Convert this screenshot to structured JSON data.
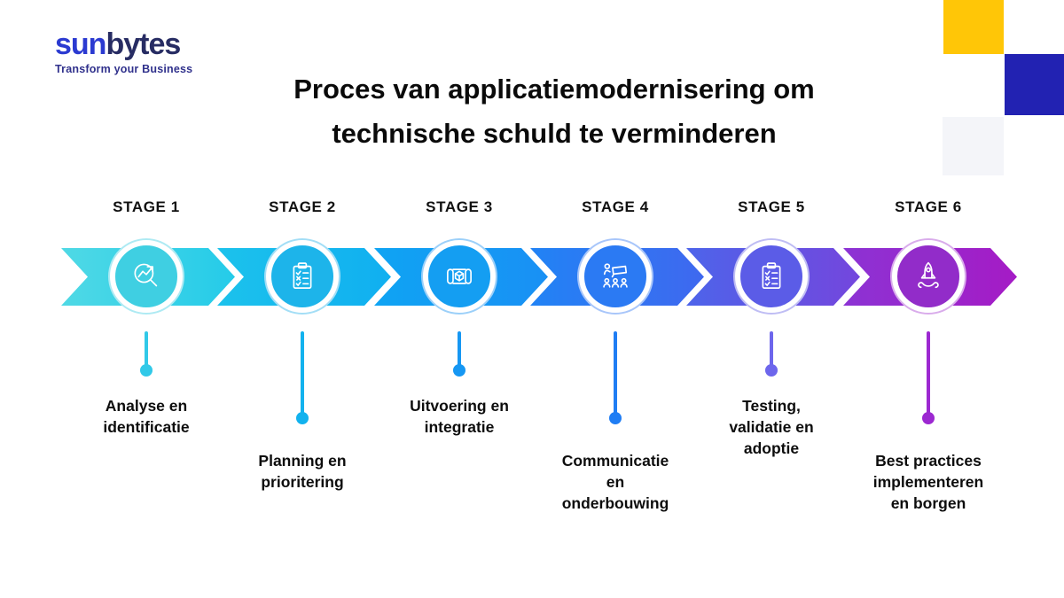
{
  "logo": {
    "brand_primary": "sun",
    "brand_secondary": "bytes",
    "tagline": "Transform your Business",
    "colors": {
      "primary": "#2b3ad1",
      "secondary": "#272c63",
      "tagline": "#30318c"
    }
  },
  "title": {
    "line1": "Proces van applicatiemodernisering om",
    "line2": "technische schuld te verminderen"
  },
  "decor": {
    "squares": [
      {
        "name": "yellow-square",
        "color": "#ffc607"
      },
      {
        "name": "blue-square",
        "color": "#2222b2"
      },
      {
        "name": "light-square",
        "color": "#f4f5f9"
      }
    ]
  },
  "stages": [
    {
      "label": "STAGE 1",
      "name": "Analyse en\nidentificatie",
      "icon": "magnifier-trend-chart-icon",
      "colors": {
        "arrow_from": "#4fd9e5",
        "arrow_to": "#25cbe9",
        "circle_fill": "#3fcfe2",
        "ring": "#aeeaf3",
        "line": "#31c9e8"
      }
    },
    {
      "label": "STAGE 2",
      "name": "Planning en\nprioritering",
      "icon": "clipboard-checklist-icon",
      "colors": {
        "arrow_from": "#1cc2ec",
        "arrow_to": "#10aff0",
        "circle_fill": "#1db4ea",
        "ring": "#a3def6",
        "line": "#12b2ee"
      }
    },
    {
      "label": "STAGE 3",
      "name": "Uitvoering en\nintegratie",
      "icon": "blueprint-cube-icon",
      "colors": {
        "arrow_from": "#0fa4f3",
        "arrow_to": "#1990f4",
        "circle_fill": "#149ef2",
        "ring": "#9cd0f9",
        "line": "#1697f3"
      }
    },
    {
      "label": "STAGE 4",
      "name": "Communicatie\nen\nonderbouwing",
      "icon": "presentation-audience-icon",
      "colors": {
        "arrow_from": "#2183f5",
        "arrow_to": "#3f68ef",
        "circle_fill": "#2b7af3",
        "ring": "#a8c6fa",
        "line": "#1f7df4"
      }
    },
    {
      "label": "STAGE 5",
      "name": "Testing,\nvalidatie en\nadoptie",
      "icon": "clipboard-checklist-icon",
      "colors": {
        "arrow_from": "#4d64ea",
        "arrow_to": "#7446dd",
        "circle_fill": "#5b5ce7",
        "ring": "#bfbdf4",
        "line": "#6d66ec"
      }
    },
    {
      "label": "STAGE 6",
      "name": "Best practices\nimplementeren\nen borgen",
      "icon": "rocket-launch-icon",
      "colors": {
        "arrow_from": "#8c33d4",
        "arrow_to": "#a51bc5",
        "circle_fill": "#922cc9",
        "ring": "#d9aceb",
        "line": "#9c28d1"
      }
    }
  ]
}
